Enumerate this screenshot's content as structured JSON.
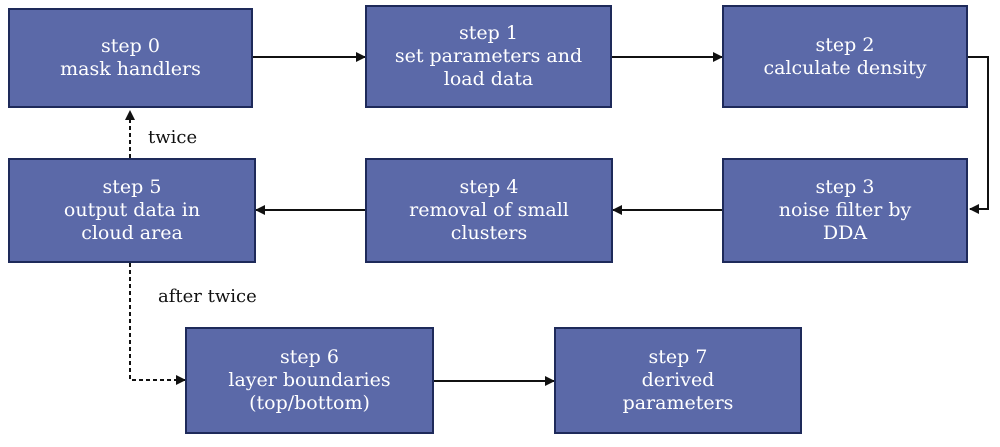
{
  "steps": [
    {
      "id": "step0",
      "lines": [
        "step 0",
        "mask handlers"
      ]
    },
    {
      "id": "step1",
      "lines": [
        "step 1",
        "set parameters and",
        "load data"
      ]
    },
    {
      "id": "step2",
      "lines": [
        "step 2",
        "calculate density"
      ]
    },
    {
      "id": "step3",
      "lines": [
        "step 3",
        "noise filter by",
        "DDA"
      ]
    },
    {
      "id": "step4",
      "lines": [
        "step 4",
        "removal of small",
        "clusters"
      ]
    },
    {
      "id": "step5",
      "lines": [
        "step 5",
        "output data in",
        "cloud area"
      ]
    },
    {
      "id": "step6",
      "lines": [
        "step 6",
        "layer boundaries",
        "(top/bottom)"
      ]
    },
    {
      "id": "step7",
      "lines": [
        "step 7",
        "derived",
        "parameters"
      ]
    }
  ],
  "labels": {
    "twice": "twice",
    "after_twice": "after twice"
  },
  "colors": {
    "box_fill": "#5b69a8",
    "box_border": "#1e2a5a",
    "box_text": "#ffffff",
    "line": "#111111"
  }
}
